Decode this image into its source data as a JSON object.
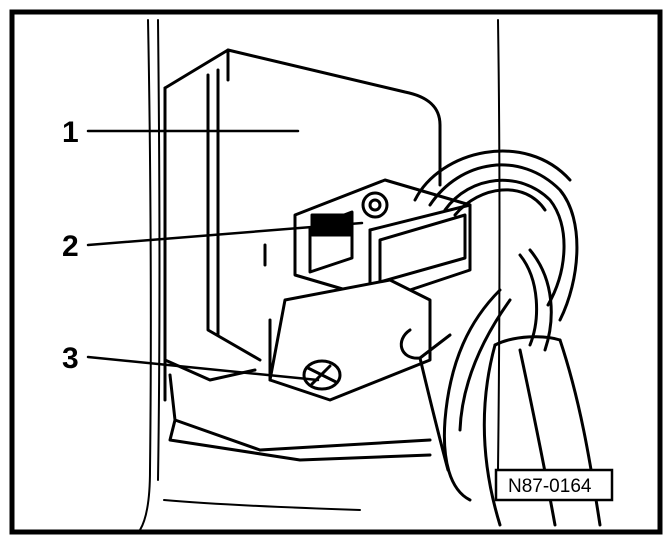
{
  "figure": {
    "callouts": [
      {
        "number": "1"
      },
      {
        "number": "2"
      },
      {
        "number": "3"
      }
    ],
    "reference_code": "N87-0164"
  },
  "colors": {
    "ink": "#000000",
    "paper": "#ffffff"
  }
}
